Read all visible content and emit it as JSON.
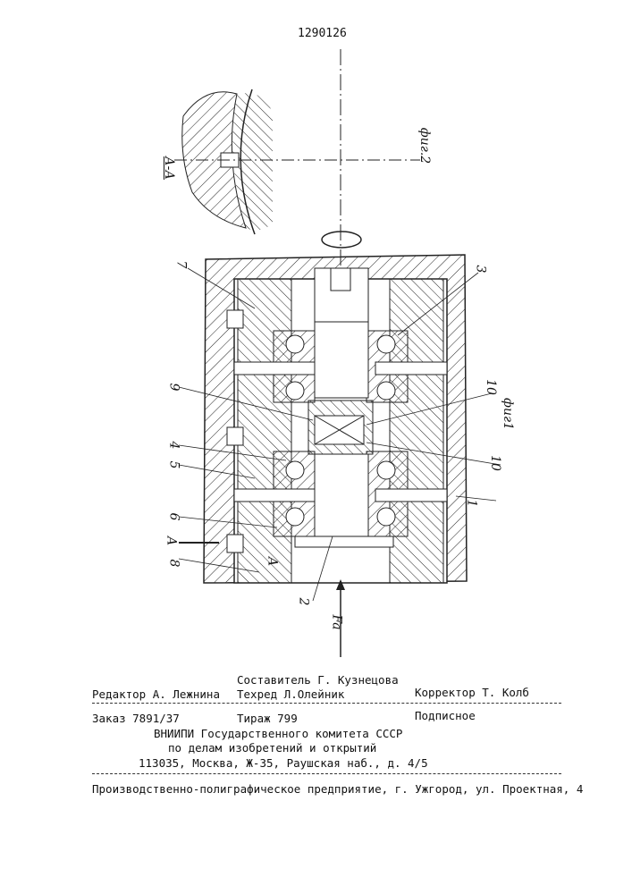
{
  "patent_number": "1290126",
  "figures": {
    "fig1_label": "фиг1",
    "fig2_label": "фиг.2",
    "section_label": "А-А",
    "force_label": "Fa",
    "section_marks": [
      "А",
      "А"
    ],
    "part_numbers": [
      "1",
      "2",
      "3",
      "4",
      "5",
      "6",
      "7",
      "8",
      "9",
      "10",
      "10"
    ]
  },
  "colophon": {
    "compiler": "Составитель Г. Кузнецова",
    "editor": "Редактор А. Лежнина",
    "tech_editor": "Техред Л.Олейник",
    "corrector": "Корректор Т. Колб",
    "order": "Заказ 7891/37",
    "circulation": "Тираж 799",
    "subscription": "Подписное",
    "org_line1": "ВНИИПИ Государственного комитета СССР",
    "org_line2": "по делам изобретений и открытий",
    "address": "113035, Москва, Ж-35, Раушская наб., д. 4/5",
    "printer": "Производственно-полиграфическое предприятие, г. Ужгород, ул. Проектная, 4"
  }
}
